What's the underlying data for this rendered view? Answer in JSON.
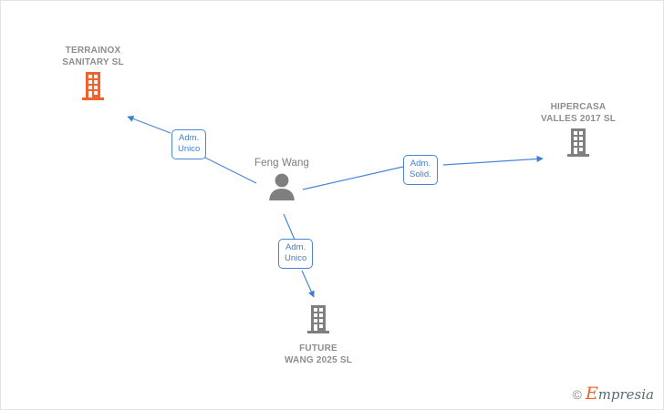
{
  "diagram": {
    "type": "corporate-relationship-graph",
    "background": "#ffffff",
    "accent_blue": "#4a86d6",
    "company_gray": "#7f7f7f",
    "company_highlight_orange": "#f4622c",
    "nodes": [
      {
        "id": "terrainox",
        "kind": "company",
        "label_line1": "TERRAINOX",
        "label_line2": "SANITARY  SL",
        "icon": "building-icon",
        "color": "#f4622c",
        "label_position": "above"
      },
      {
        "id": "feng-wang",
        "kind": "person",
        "label_line1": "Feng Wang",
        "label_line2": "",
        "icon": "person-icon",
        "color": "#7f7f7f",
        "label_position": "above"
      },
      {
        "id": "hipercasa",
        "kind": "company",
        "label_line1": "HIPERCASA",
        "label_line2": "VALLES 2017  SL",
        "icon": "building-icon",
        "color": "#7f7f7f",
        "label_position": "above"
      },
      {
        "id": "future-wang",
        "kind": "company",
        "label_line1": "FUTURE",
        "label_line2": "WANG 2025  SL",
        "icon": "building-icon",
        "color": "#7f7f7f",
        "label_position": "below"
      }
    ],
    "edges": [
      {
        "id": "edge-terrainox",
        "from": "feng-wang",
        "to": "terrainox",
        "label_line1": "Adm.",
        "label_line2": "Unico"
      },
      {
        "id": "edge-hipercasa",
        "from": "feng-wang",
        "to": "hipercasa",
        "label_line1": "Adm.",
        "label_line2": "Solid."
      },
      {
        "id": "edge-future-wang",
        "from": "feng-wang",
        "to": "future-wang",
        "label_line1": "Adm.",
        "label_line2": "Unico"
      }
    ]
  },
  "watermark": {
    "copyright": "©",
    "first_letter": "E",
    "rest": "mpresia"
  }
}
